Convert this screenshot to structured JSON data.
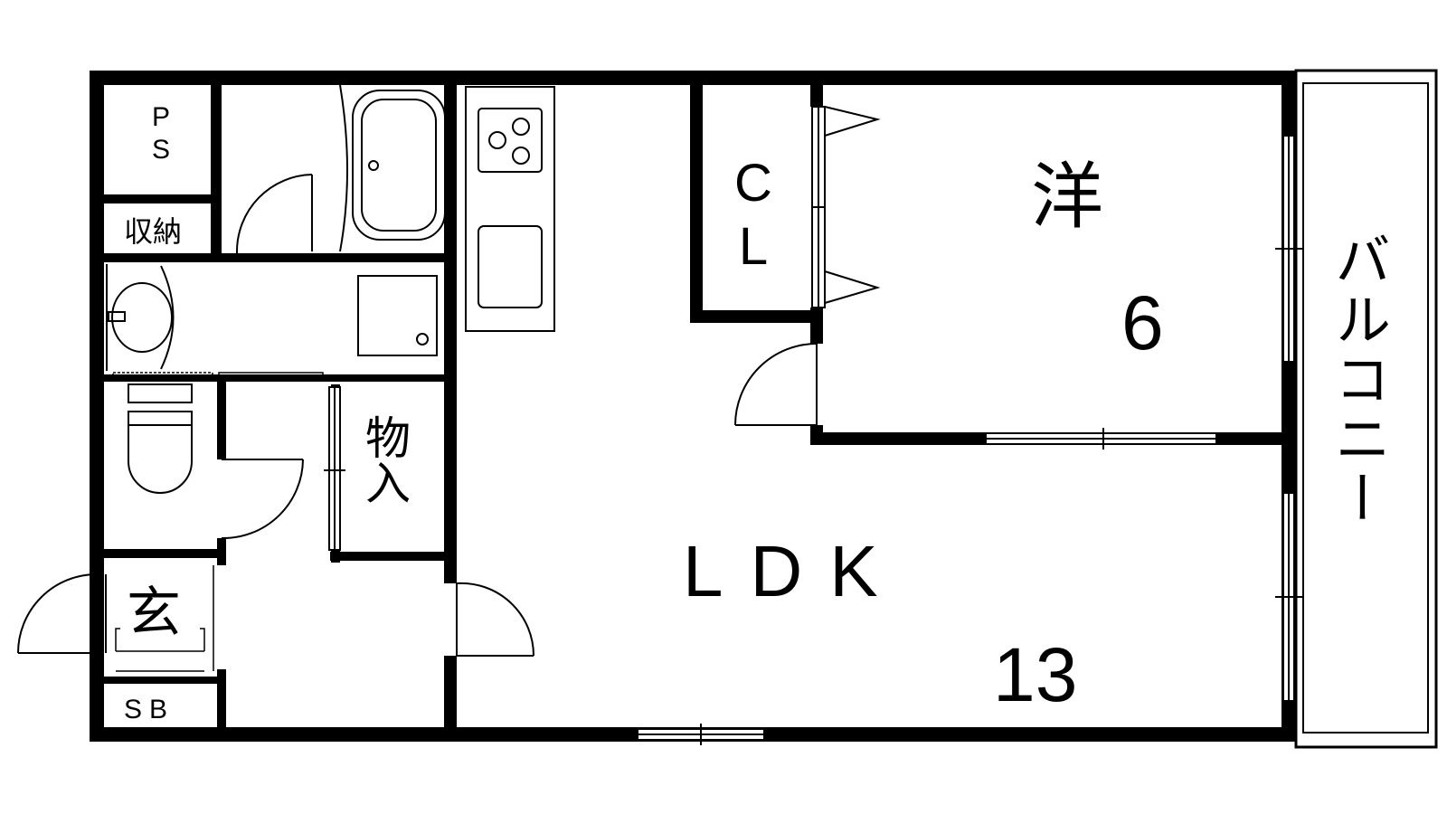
{
  "rooms": {
    "ps": "PS",
    "storage": "収納",
    "closet": "CL",
    "western": "洋",
    "western_size": "6",
    "balcony": "バルコニー",
    "mono": "物入",
    "entrance": "玄",
    "shoebox": "SB",
    "ldk": "LDK",
    "ldk_size": "13"
  },
  "colors": {
    "wall": "#000000",
    "fixture": "#000000",
    "background": "#ffffff"
  }
}
